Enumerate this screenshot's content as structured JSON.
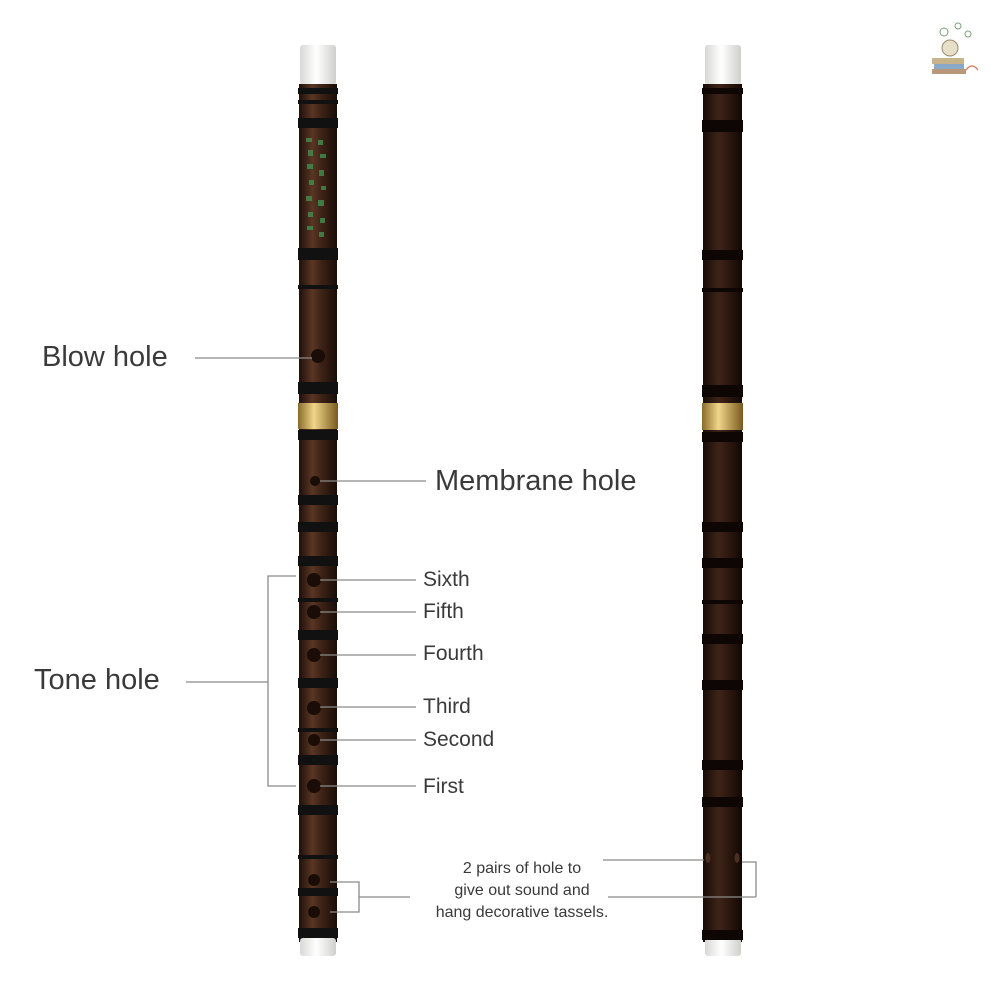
{
  "labels": {
    "blow_hole": "Blow hole",
    "membrane_hole": "Membrane hole",
    "tone_hole": "Tone hole",
    "sixth": "Sixth",
    "fifth": "Fifth",
    "fourth": "Fourth",
    "third": "Third",
    "second": "Second",
    "first": "First"
  },
  "note": {
    "line1": "2 pairs of hole to",
    "line2": "give out sound and",
    "line3": "hang decorative tassels."
  },
  "colors": {
    "bamboo_dark": "#2e1a12",
    "bamboo_mid": "#4a2c1e",
    "binding": "#111111",
    "brass": "#c8a04a",
    "cap": "#f2f2f0",
    "leader_line": "#8a8a8a",
    "text": "#3a3a3a"
  }
}
